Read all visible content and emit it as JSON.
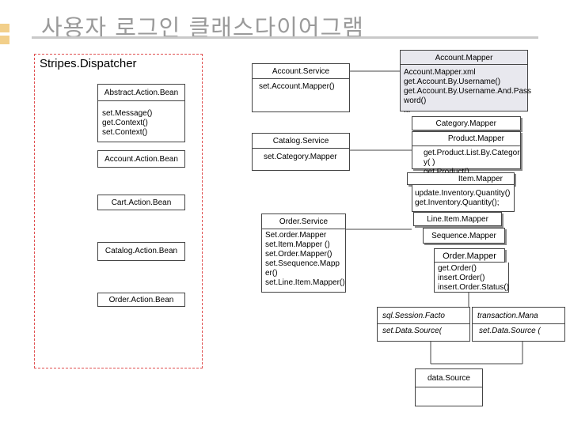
{
  "title": "사용자 로그인 클래스다이어그램",
  "dispatcher": {
    "label": "Stripes.Dispatcher"
  },
  "beans": [
    {
      "name": "Abstract.Action.Bean",
      "methods": "set.Message()\nget.Context()\nset.Context()"
    },
    {
      "name": "Account.Action.Bean"
    },
    {
      "name": "Cart.Action.Bean"
    },
    {
      "name": "Catalog.Action.Bean"
    },
    {
      "name": "Order.Action.Bean"
    }
  ],
  "services": [
    {
      "name": "Account.Service",
      "methods": "set.Account.Mapper()"
    },
    {
      "name": "Catalog.Service",
      "methods": "set.Category.Mapper"
    },
    {
      "name": "Order.Service",
      "methods": "Set.order.Mapper\nset.Item.Mapper ()\nset.Order.Mapper()\nset.Ssequence.Mapp\ner()\nset.Line.Item.Mapper()"
    }
  ],
  "mappers": [
    {
      "name": "Account.Mapper",
      "methods": "Account.Mapper.xml\nget.Account.By.Username()\nget.Account.By.Username.And.Pass\nword()\n..."
    },
    {
      "name": "Category.Mapper"
    },
    {
      "name": "Product.Mapper",
      "methods": "get.Product.List.By.Categor\ny( )\nget.Product()"
    },
    {
      "name": "Item.Mapper",
      "methods": "update.Inventory.Quantity()\nget.Inventory.Quantity();"
    },
    {
      "name": "Line.Item.Mapper"
    },
    {
      "name": "Sequence.Mapper"
    },
    {
      "name": "Order.Mapper",
      "methods": "get.Order()\ninsert.Order()\ninsert.Order.Status()"
    }
  ],
  "infra": [
    {
      "name": "sql.Session.Facto",
      "methods": "set.Data.Source("
    },
    {
      "name": "transaction.Mana",
      "methods": "set.Data.Source ("
    },
    {
      "name": "data.Source"
    }
  ],
  "colors": {
    "title": "#9a9a9a",
    "accent_bullet": "#f2cf8a",
    "dashed_region": "#e05050"
  }
}
